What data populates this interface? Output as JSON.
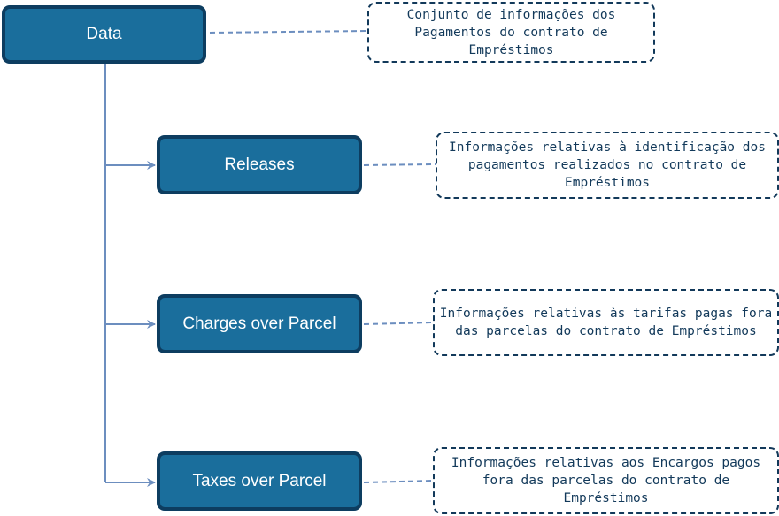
{
  "nodes": {
    "data": "Data",
    "releases": "Releases",
    "charges": "Charges over Parcel",
    "taxes": "Taxes over Parcel"
  },
  "notes": {
    "data": "Conjunto de informações dos Pagamentos do contrato de Empréstimos",
    "releases": "Informações relativas à identificação dos pagamentos realizados no contrato de Empréstimos",
    "charges": "Informações relativas às tarifas pagas fora das parcelas do contrato de Empréstimos",
    "taxes": "Informações relativas aos Encargos pagos fora das parcelas do contrato de Empréstimos"
  },
  "colors": {
    "node_fill": "#1a6e9c",
    "node_border": "#0d3d60",
    "connector": "#6c8ebf",
    "note_border": "#12395a"
  }
}
